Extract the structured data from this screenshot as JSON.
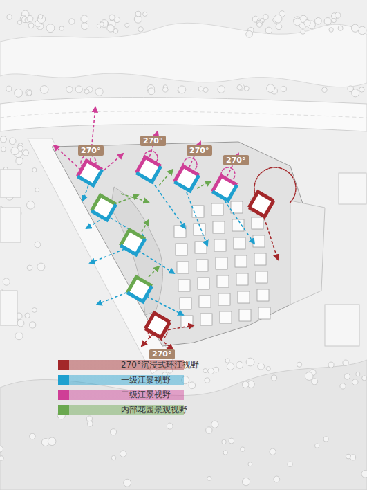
{
  "diagram": {
    "nodes": [
      {
        "text": [
          "270°"
        ]
      },
      {
        "text": [
          "270°"
        ]
      },
      {
        "text": [
          "270°"
        ]
      },
      {
        "text": [
          "270°"
        ]
      },
      {
        "text": [
          "270°"
        ]
      }
    ],
    "legend": [
      {
        "text": "270°沉浸式环江视野",
        "color": "#a3272a"
      },
      {
        "text": "一级江景视野",
        "color": "#1fa0cf"
      },
      {
        "text": "二级江景视野",
        "color": "#cf3e96"
      },
      {
        "text": "内部花园景观视野",
        "color": "#6aa84f"
      }
    ]
  }
}
